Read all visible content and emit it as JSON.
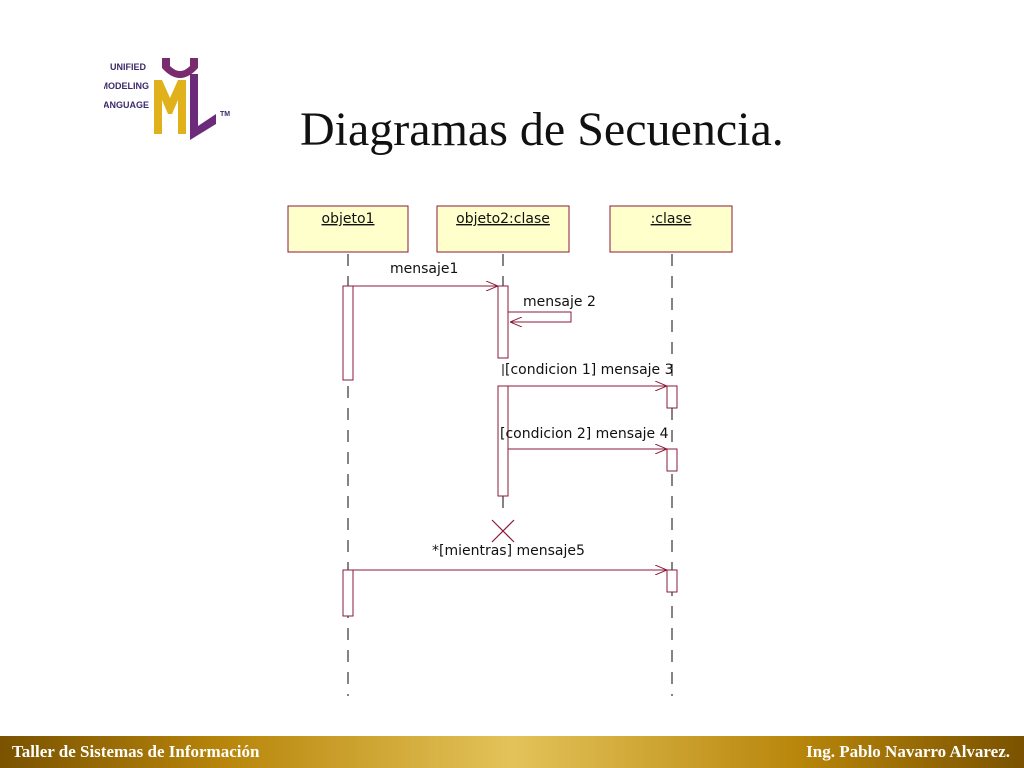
{
  "slide": {
    "title": "Diagramas de Secuencia."
  },
  "logo": {
    "line1": "UNIFIED",
    "line2": "MODELING",
    "line3": "LANGUAGE",
    "tm": "TM",
    "letters": "UML",
    "colors": {
      "u": "#7a2a6e",
      "m": "#e0b11a",
      "l": "#6c2a7a",
      "text": "#3d2a6b"
    }
  },
  "diagram": {
    "objects": [
      {
        "label": "objeto1"
      },
      {
        "label": "objeto2:clase"
      },
      {
        ":label": "",
        "label": ":clase"
      }
    ],
    "messages": [
      {
        "label": "mensaje1"
      },
      {
        "label": "mensaje 2"
      },
      {
        "label": "[condicion 1] mensaje 3"
      },
      {
        "label": "[condicion 2] mensaje 4"
      },
      {
        "label": "*[mientras] mensaje5"
      }
    ],
    "colors": {
      "object_fill": "#ffffcc",
      "line": "#8b1a3a",
      "lifeline": "#333333"
    }
  },
  "footer": {
    "left": "Taller de Sistemas de Información",
    "right": "Ing. Pablo Navarro Alvarez."
  }
}
